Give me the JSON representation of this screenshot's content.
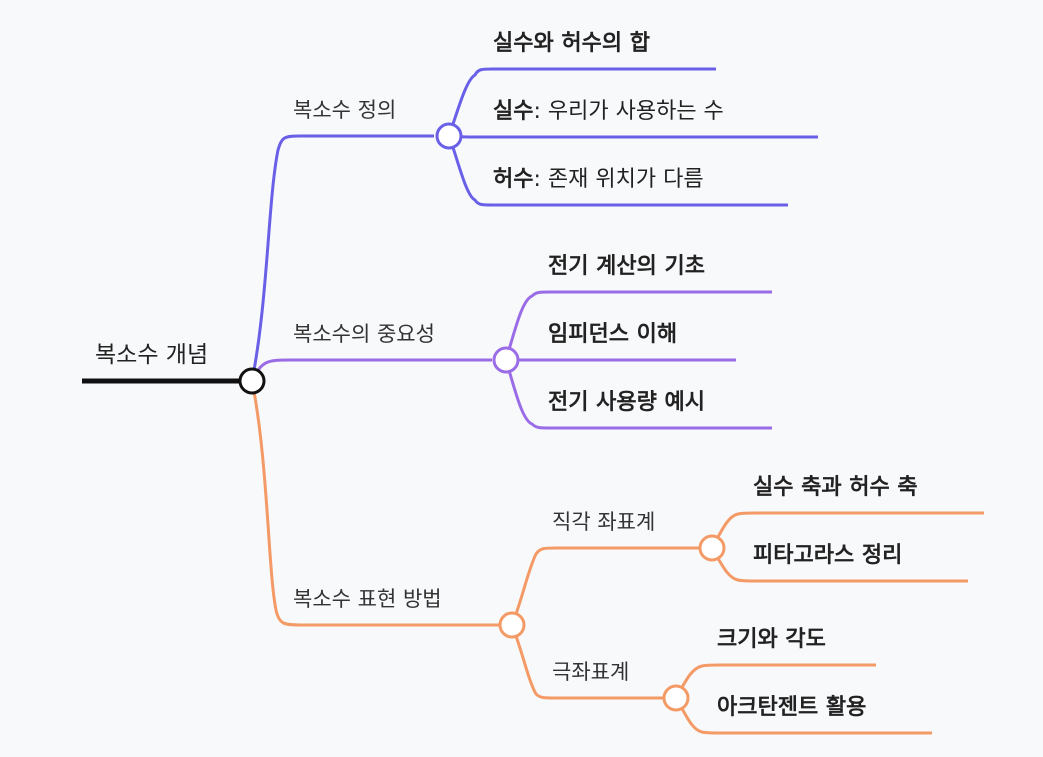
{
  "colors": {
    "root": "#111111",
    "definition": "#6a60e8",
    "importance": "#9a6ce6",
    "representation": "#f49a66",
    "background": "#f8f9fb"
  },
  "mindmap": {
    "root": {
      "label": "복소수 개념"
    },
    "branches": [
      {
        "label": "복소수 정의",
        "leaves": [
          {
            "bold": "실수와 허수의 합",
            "rest": ""
          },
          {
            "bold": "실수",
            "rest": ": 우리가 사용하는 수"
          },
          {
            "bold": "허수",
            "rest": ": 존재 위치가 다름"
          }
        ]
      },
      {
        "label": "복소수의 중요성",
        "leaves": [
          {
            "bold": "전기 계산의 기초",
            "rest": ""
          },
          {
            "bold": "임피던스 이해",
            "rest": ""
          },
          {
            "bold": "전기 사용량 예시",
            "rest": ""
          }
        ]
      },
      {
        "label": "복소수 표현 방법",
        "sub": [
          {
            "label": "직각 좌표계",
            "leaves": [
              {
                "bold": "실수 축과 허수 축",
                "rest": ""
              },
              {
                "bold": "피타고라스 정리",
                "rest": ""
              }
            ]
          },
          {
            "label": "극좌표계",
            "leaves": [
              {
                "bold": "크기와 각도",
                "rest": ""
              },
              {
                "bold": "아크탄젠트 활용",
                "rest": ""
              }
            ]
          }
        ]
      }
    ]
  }
}
